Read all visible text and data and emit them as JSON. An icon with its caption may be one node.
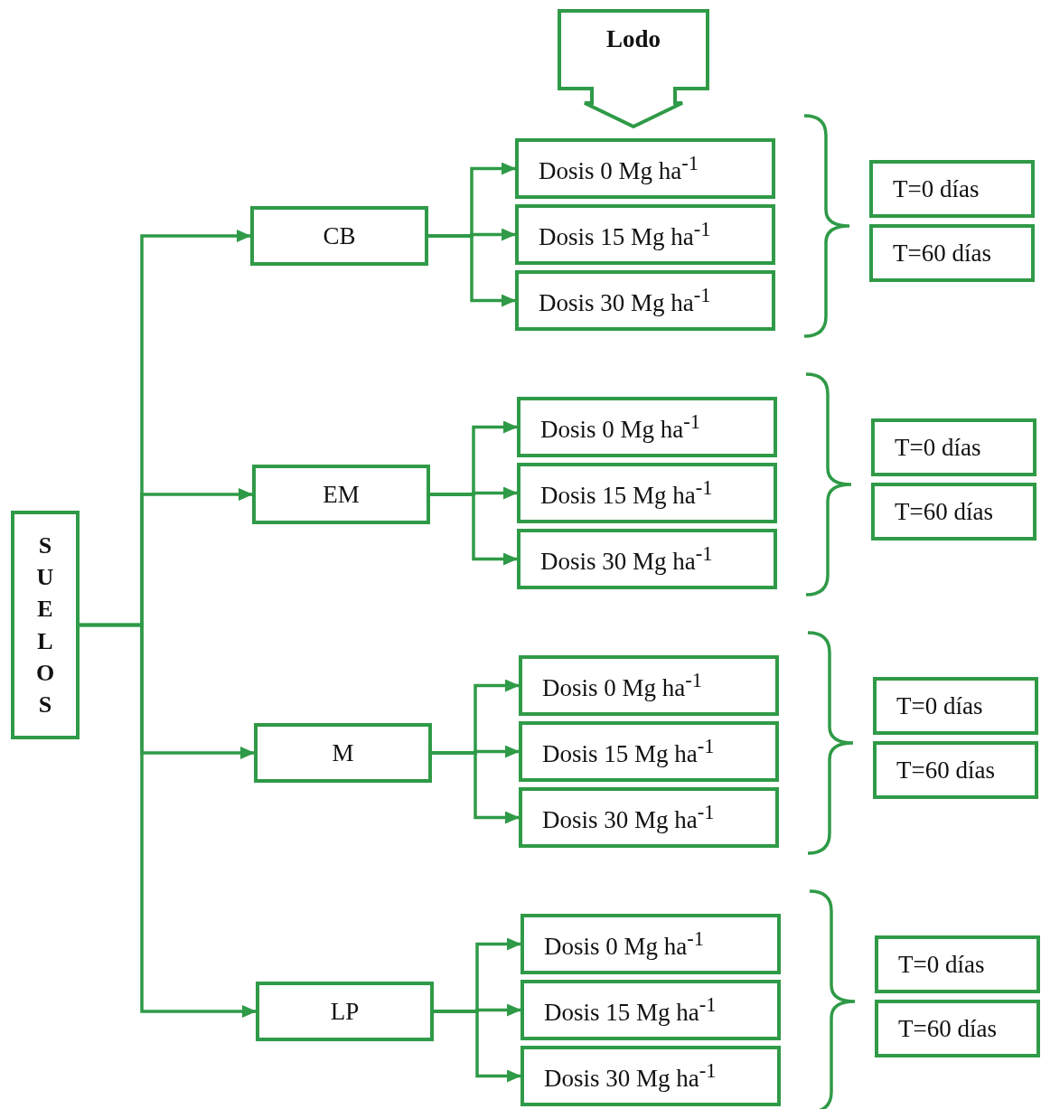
{
  "diagram": {
    "nodes": [
      {
        "text": [
          "SUELOS"
        ]
      },
      {
        "text": [
          "Lodo"
        ]
      },
      {
        "text": [
          "CB"
        ]
      },
      {
        "text": [
          "Dosis 0 Mg ha$^{-1}$"
        ]
      },
      {
        "text": [
          "Dosis 15 Mg ha$^{-1}$"
        ]
      },
      {
        "text": [
          "Dosis 30 Mg ha$^{-1}$"
        ]
      },
      {
        "text": [
          "T=0 días"
        ]
      },
      {
        "text": [
          "T=60 días"
        ]
      },
      {
        "text": [
          "EM"
        ]
      },
      {
        "text": [
          "Dosis 0 Mg ha$^{-1}$"
        ]
      },
      {
        "text": [
          "Dosis 15 Mg ha$^{-1}$"
        ]
      },
      {
        "text": [
          "Dosis 30 Mg ha$^{-1}$"
        ]
      },
      {
        "text": [
          "T=0 días"
        ]
      },
      {
        "text": [
          "T=60 días"
        ]
      },
      {
        "text": [
          "M"
        ]
      },
      {
        "text": [
          "Dosis 0 Mg ha$^{-1}$"
        ]
      },
      {
        "text": [
          "Dosis 15 Mg ha$^{-1}$"
        ]
      },
      {
        "text": [
          "Dosis 30 Mg ha$^{-1}$"
        ]
      },
      {
        "text": [
          "T=0 días"
        ]
      },
      {
        "text": [
          "T=60 días"
        ]
      },
      {
        "text": [
          "LP"
        ]
      },
      {
        "text": [
          "Dosis 0 Mg ha$^{-1}$"
        ]
      },
      {
        "text": [
          "Dosis 15 Mg ha$^{-1}$"
        ]
      },
      {
        "text": [
          "Dosis 30 Mg ha$^{-1}$"
        ]
      },
      {
        "text": [
          "T=0 días"
        ]
      },
      {
        "text": [
          "T=60 días"
        ]
      }
    ],
    "edges": [
      {
        "from": 0,
        "to": 2,
        "arrow": "to"
      },
      {
        "from": 0,
        "to": 8,
        "arrow": "to"
      },
      {
        "from": 0,
        "to": 14,
        "arrow": "to"
      },
      {
        "from": 0,
        "to": 20,
        "arrow": "to"
      },
      {
        "from": 2,
        "to": 3,
        "arrow": "to"
      },
      {
        "from": 2,
        "to": 4,
        "arrow": "to"
      },
      {
        "from": 2,
        "to": 5,
        "arrow": "to"
      },
      {
        "from": 8,
        "to": 9,
        "arrow": "to"
      },
      {
        "from": 8,
        "to": 10,
        "arrow": "to"
      },
      {
        "from": 8,
        "to": 11,
        "arrow": "to"
      },
      {
        "from": 14,
        "to": 15,
        "arrow": "to"
      },
      {
        "from": 14,
        "to": 16,
        "arrow": "to"
      },
      {
        "from": 14,
        "to": 17,
        "arrow": "to"
      },
      {
        "from": 20,
        "to": 21,
        "arrow": "to"
      },
      {
        "from": 20,
        "to": 22,
        "arrow": "to"
      },
      {
        "from": 20,
        "to": 23,
        "arrow": "to"
      }
    ]
  }
}
